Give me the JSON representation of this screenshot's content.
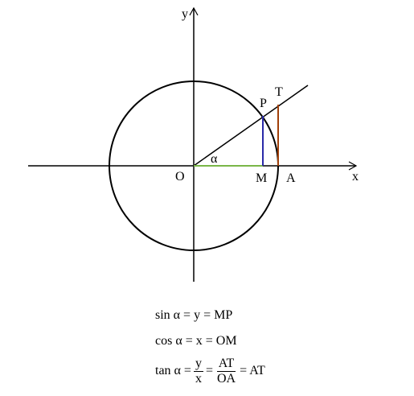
{
  "labels": {
    "y_axis": "y",
    "x_axis": "x",
    "origin": "O",
    "point_p": "P",
    "point_t": "T",
    "point_m": "M",
    "point_a": "A",
    "angle": "α"
  },
  "colors": {
    "axes": "#000000",
    "circle": "#000000",
    "om_segment": "#7ab648",
    "mp_segment": "#2a2aa8",
    "at_segment": "#a0400a"
  },
  "formulas": {
    "sin": "sin α = y = MP",
    "cos": "cos α = x = OM",
    "tan_prefix": "tan α =",
    "tan_num1": "y",
    "tan_den1": "x",
    "tan_eq1": "=",
    "tan_num2": "AT",
    "tan_den2": "OA",
    "tan_suffix": "= AT"
  }
}
